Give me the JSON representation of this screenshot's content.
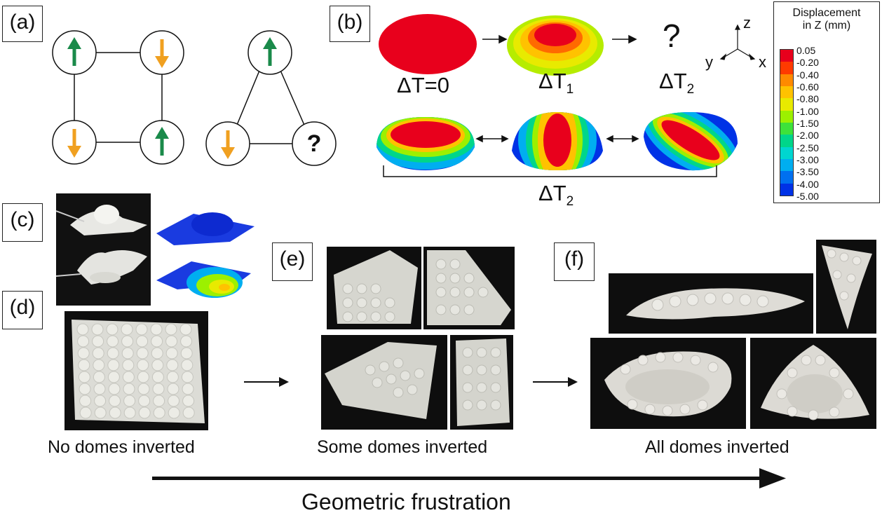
{
  "panels": {
    "a": "(a)",
    "b": "(b)",
    "c": "(c)",
    "d": "(d)",
    "e": "(e)",
    "f": "(f)"
  },
  "panel_a": {
    "question_mark": "?"
  },
  "panel_b": {
    "states": [
      "ΔT=0",
      "ΔT",
      "ΔT"
    ],
    "subscripts": [
      "1",
      "2"
    ],
    "question_mark": "?",
    "group_label": "ΔT",
    "group_subscript": "2",
    "axes": {
      "z": "z",
      "y": "y",
      "x": "x"
    },
    "legend": {
      "title_line1": "Displacement",
      "title_line2": "in Z (mm)",
      "values": [
        "0.05",
        "-0.20",
        "-0.40",
        "-0.60",
        "-0.80",
        "-1.00",
        "-1.50",
        "-2.00",
        "-2.50",
        "-3.00",
        "-3.50",
        "-4.00",
        "-5.00"
      ],
      "colors": [
        "#e8001c",
        "#ff3a00",
        "#ff8a00",
        "#ffc200",
        "#e8ea00",
        "#9cf000",
        "#3ee23a",
        "#00d68a",
        "#00d6d0",
        "#00aef0",
        "#0070f0",
        "#0032e6"
      ]
    }
  },
  "captions": {
    "d": "No domes inverted",
    "e": "Some domes inverted",
    "f": "All domes inverted",
    "bottom": "Geometric frustration"
  },
  "colors": {
    "arrow_up": "#1a8a4a",
    "arrow_down": "#f0a020"
  }
}
